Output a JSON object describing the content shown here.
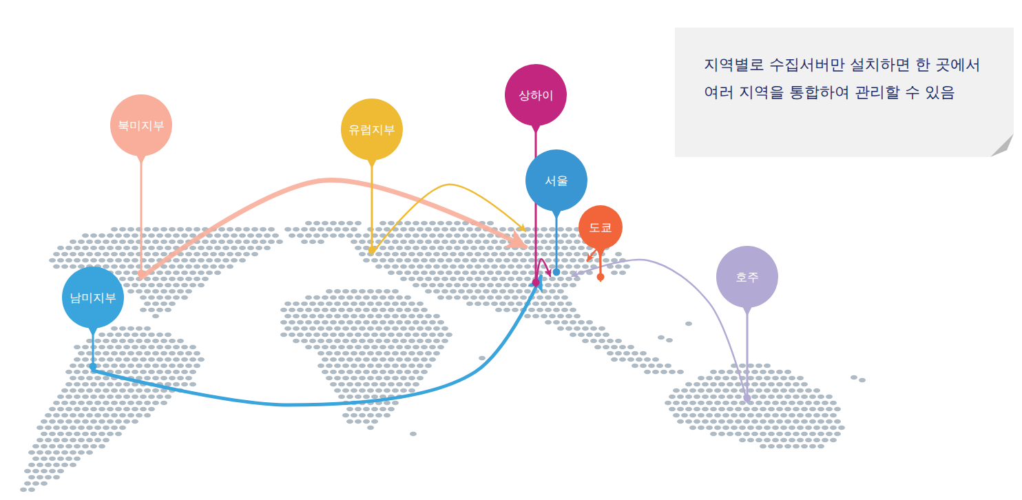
{
  "diagram": {
    "nodes": [
      {
        "text": [
          "북미지부"
        ]
      },
      {
        "text": [
          "남미지부"
        ]
      },
      {
        "text": [
          "유럽지부"
        ]
      },
      {
        "text": [
          "상하이"
        ]
      },
      {
        "text": [
          "서울"
        ]
      },
      {
        "text": [
          "도쿄"
        ]
      },
      {
        "text": [
          "호주"
        ]
      },
      {
        "text": [
          "지역별로 수집서버만 설치하면 한 곳에서 여러 지역을 통합하여 관리할 수 있음"
        ]
      }
    ],
    "edges": [
      {
        "from": 0,
        "to": 4,
        "arrow": "to"
      },
      {
        "from": 1,
        "to": 4,
        "arrow": "to"
      },
      {
        "from": 2,
        "to": 4,
        "arrow": "to"
      },
      {
        "from": 3,
        "to": 4,
        "arrow": "to"
      },
      {
        "from": 5,
        "to": 4,
        "arrow": "to"
      },
      {
        "from": 6,
        "to": 4,
        "arrow": "to"
      }
    ]
  }
}
